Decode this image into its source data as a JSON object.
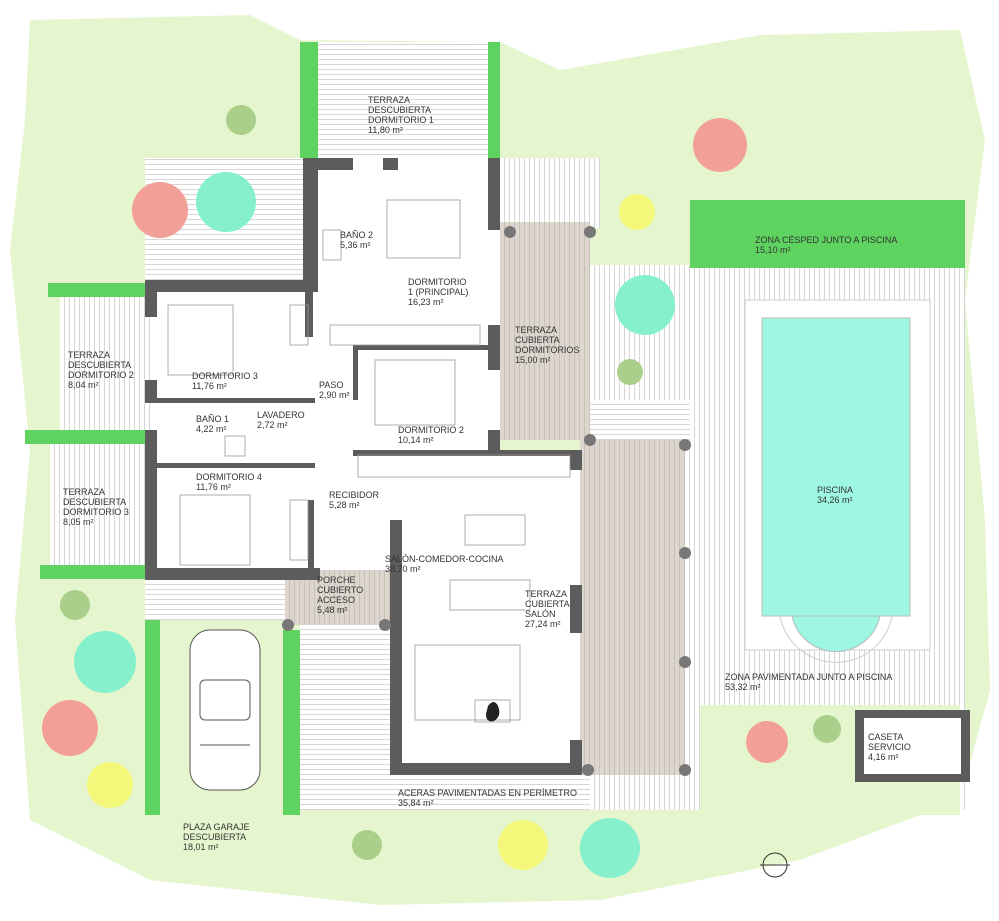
{
  "rooms": {
    "terraza_d1": {
      "name1": "TERRAZA",
      "name2": "DESCUBIERTA",
      "name3": "DORMITORIO 1",
      "area": "11,80 m²"
    },
    "bano2": {
      "name1": "BAÑO 2",
      "area": "5,36 m²"
    },
    "dormitorio1": {
      "name1": "DORMITORIO",
      "name2": "1 (PRINCIPAL)",
      "area": "16,23 m²"
    },
    "terraza_cub_dorm": {
      "name1": "TERRAZA",
      "name2": "CUBIERTA",
      "name3": "DORMITORIOS",
      "area": "15,00 m²"
    },
    "zona_cesped": {
      "name1": "ZONA CÉSPED JUNTO A PISCINA",
      "area": "15,10 m²"
    },
    "terraza_d2": {
      "name1": "TERRAZA",
      "name2": "DESCUBIERTA",
      "name3": "DORMITORIO 2",
      "area": "8,04 m²"
    },
    "dormitorio3": {
      "name1": "DORMITORIO 3",
      "area": "11,76 m²"
    },
    "paso": {
      "name1": "PASO",
      "area": "2,90 m²"
    },
    "dormitorio2": {
      "name1": "DORMITORIO 2",
      "area": "10,14 m²"
    },
    "bano1": {
      "name1": "BAÑO 1",
      "area": "4,22 m²"
    },
    "lavadero": {
      "name1": "LAVADERO",
      "area": "2,72 m²"
    },
    "dormitorio4": {
      "name1": "DORMITORIO 4",
      "area": "11,76 m²"
    },
    "recibidor": {
      "name1": "RECIBIDOR",
      "area": "5,28 m²"
    },
    "terraza_d3": {
      "name1": "TERRAZA",
      "name2": "DESCUBIERTA",
      "name3": "DORMITORIO 3",
      "area": "8,05 m²"
    },
    "piscina": {
      "name1": "PISCINA",
      "area": "34,26 m²"
    },
    "salon": {
      "name1": "SALÓN-COMEDOR-COCINA",
      "area": "38,70 m²"
    },
    "porche": {
      "name1": "PORCHE",
      "name2": "CUBIERTO",
      "name3": "ACCESO",
      "area": "5,48 m²"
    },
    "terraza_cub_salon": {
      "name1": "TERRAZA",
      "name2": "CUBIERTA",
      "name3": "SALÓN",
      "area": "27,24 m²"
    },
    "zona_pavimentada": {
      "name1": "ZONA PAVIMENTADA JUNTO A PISCINA",
      "area": "53,32 m²"
    },
    "caseta": {
      "name1": "CASETA",
      "name2": "SERVICIO",
      "area": "4,16 m²"
    },
    "aceras": {
      "name1": "ACERAS PAVIMENTADAS EN PERÍMETRO",
      "area": "35,84 m²"
    },
    "garaje": {
      "name1": "PLAZA GARAJE",
      "name2": "DESCUBIERTA",
      "area": "18,01 m²"
    }
  },
  "colors": {
    "lawn": "#e5f6cf",
    "grass": "#5fd35f",
    "wall": "#5c5c5c",
    "pool": "#9ef7e2",
    "covered": "#ddd6cf",
    "tree_red": "#f2a097",
    "tree_teal": "#86f0cc",
    "tree_yellow": "#f3f77a",
    "tree_olive": "#a9cf8a"
  }
}
